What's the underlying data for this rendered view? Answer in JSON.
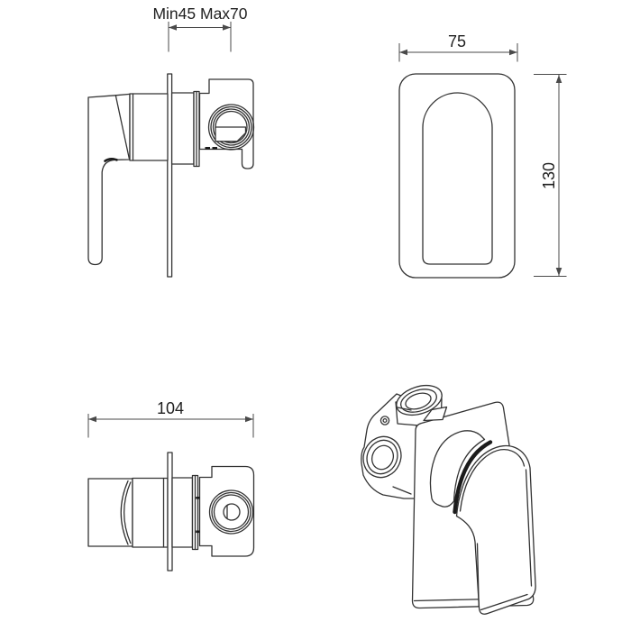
{
  "colors": {
    "background": "#ffffff",
    "line": "#333333",
    "dim": "#4a4a4a",
    "text": "#1f1f1f",
    "dark_detail": "#1b1b1b"
  },
  "views": {
    "side": {
      "depth_label": "Min45 Max70"
    },
    "front": {
      "width_label": "75",
      "height_label": "130"
    },
    "top": {
      "width_label": "104"
    }
  }
}
